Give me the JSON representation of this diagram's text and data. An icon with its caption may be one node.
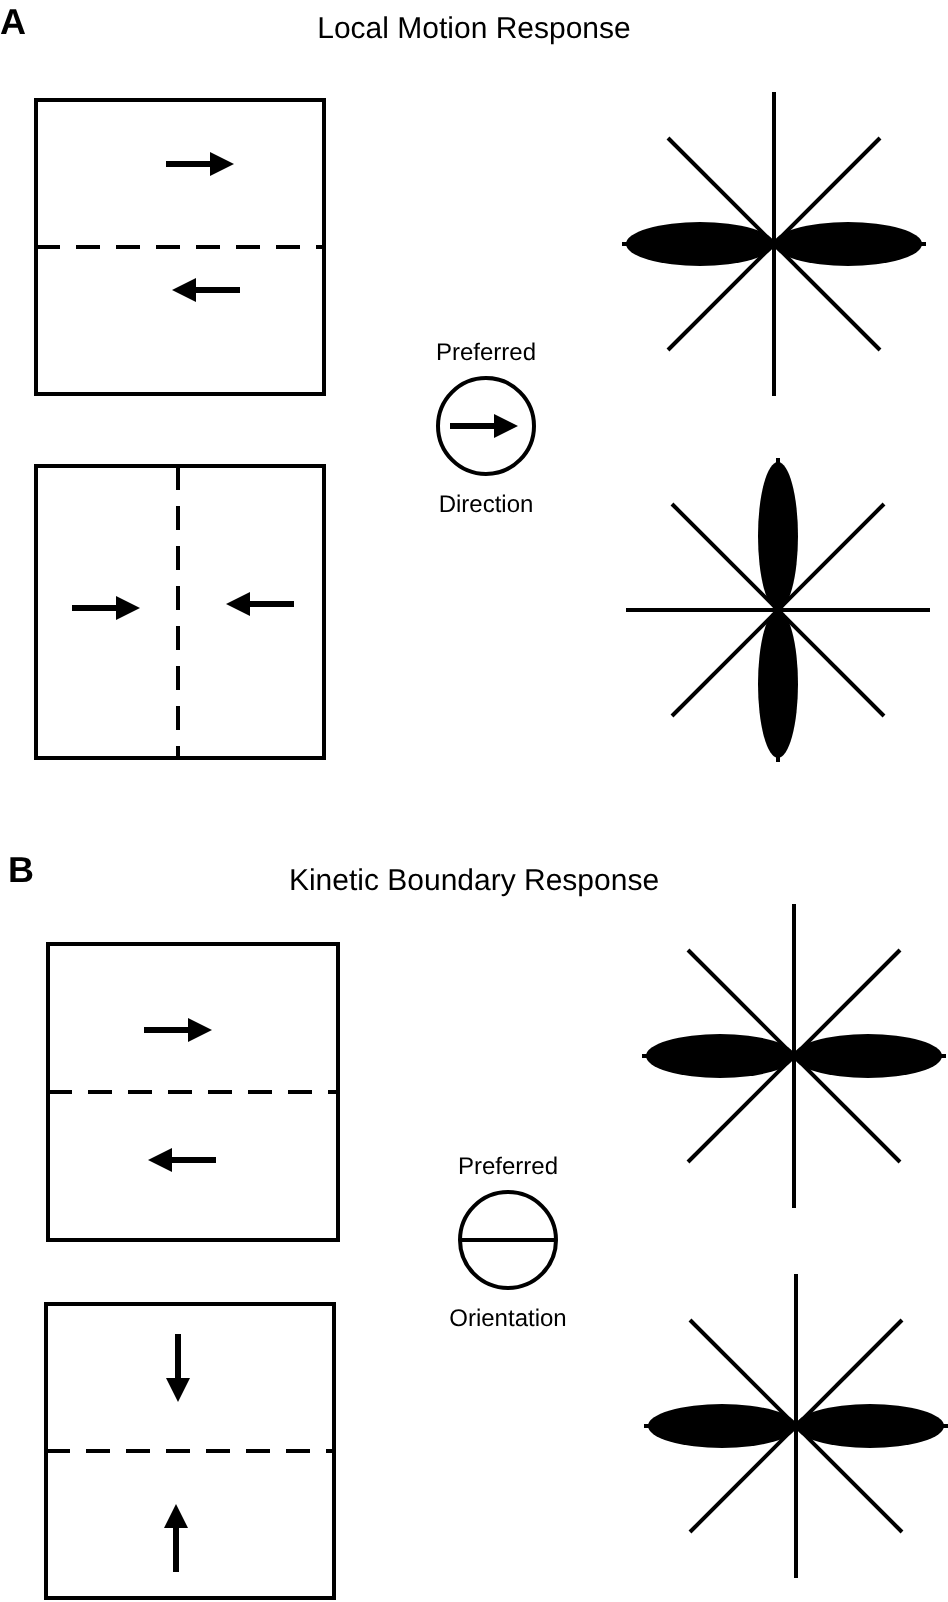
{
  "diagram": {
    "nodes": [
      {
        "text": [
          "Preferred",
          "Direction"
        ]
      },
      {
        "text": [
          "Preferred",
          "Orientation"
        ]
      }
    ],
    "edges": [],
    "labels": [
      "A",
      "Local Motion Response",
      "B",
      "Kinetic Boundary Response"
    ]
  }
}
